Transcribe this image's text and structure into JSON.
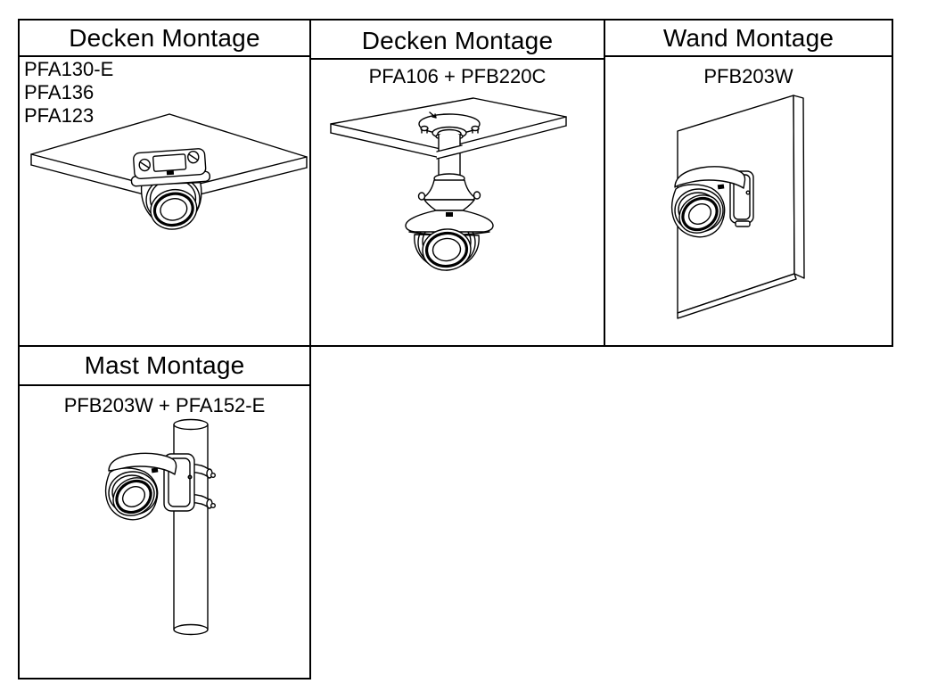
{
  "page": {
    "background": "#ffffff",
    "line_color": "#000000",
    "text_color": "#000000"
  },
  "table": {
    "cells": [
      {
        "header": "Decken Montage",
        "models": [
          "PFA130-E",
          "PFA136",
          "PFA123"
        ],
        "illustration": "ceiling-mount-turret-camera"
      },
      {
        "header": "Decken Montage",
        "models": [
          "PFA106 + PFB220C"
        ],
        "illustration": "pendant-ceiling-mount-turret-camera"
      },
      {
        "header": "Wand Montage",
        "models": [
          "PFB203W"
        ],
        "illustration": "wall-mount-turret-camera"
      },
      {
        "header": "Mast Montage",
        "models": [
          "PFB203W + PFA152-E"
        ],
        "illustration": "pole-mount-turret-camera"
      }
    ]
  }
}
